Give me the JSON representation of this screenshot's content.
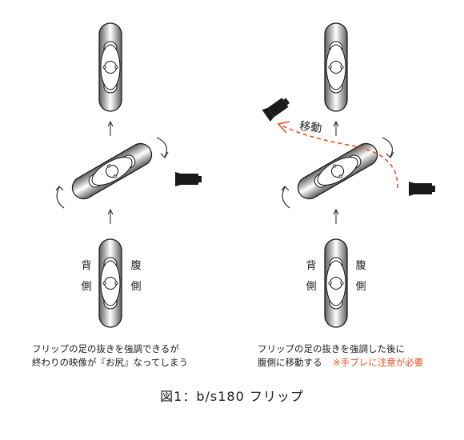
{
  "left_panel": {
    "label_back": "背\n側",
    "label_belly": "腹\n側",
    "caption_line1": "フリップの足の抜きを強調できるが",
    "caption_line2": "終わりの映像が『お尻』なってしまう"
  },
  "right_panel": {
    "label_back": "背\n側",
    "label_belly": "腹\n側",
    "move_label": "移動",
    "caption_line1": "フリップの足の抜きを強調した後に",
    "caption_line2_main": "腹側に移動する",
    "caption_line2_warning": "※手ブレに注意が必要"
  },
  "figure_caption": "図1：b/s180 フリップ",
  "colors": {
    "warning": "#e8501e",
    "board_dark": "#6f6f6f",
    "board_light": "#ffffff",
    "camera": "#1a1a1a"
  }
}
